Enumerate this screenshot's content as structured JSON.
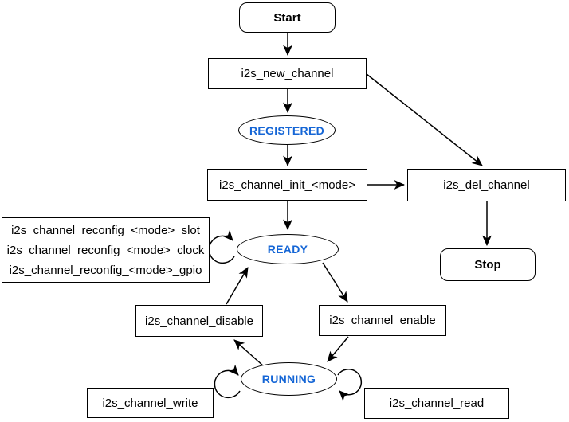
{
  "colors": {
    "state_text": "#1566D6",
    "line": "#000000",
    "node_fill": "#ffffff"
  },
  "nodes": {
    "start": "Start",
    "new_channel": "i2s_new_channel",
    "registered": "REGISTERED",
    "init": "i2s_channel_init_<mode>",
    "del_channel": "i2s_del_channel",
    "stop": "Stop",
    "ready": "READY",
    "reconfig_slot": "i2s_channel_reconfig_<mode>_slot",
    "reconfig_clock": "i2s_channel_reconfig_<mode>_clock",
    "reconfig_gpio": "i2s_channel_reconfig_<mode>_gpio",
    "disable": "i2s_channel_disable",
    "enable": "i2s_channel_enable",
    "running": "RUNNING",
    "write": "i2s_channel_write",
    "read": "i2s_channel_read"
  },
  "edges": [
    {
      "from": "start",
      "to": "new_channel"
    },
    {
      "from": "new_channel",
      "to": "registered"
    },
    {
      "from": "new_channel",
      "to": "del_channel"
    },
    {
      "from": "registered",
      "to": "init"
    },
    {
      "from": "init",
      "to": "del_channel"
    },
    {
      "from": "init",
      "to": "ready"
    },
    {
      "from": "del_channel",
      "to": "stop"
    },
    {
      "from": "ready",
      "to": "ready",
      "label_box": "reconfig"
    },
    {
      "from": "ready",
      "to": "enable"
    },
    {
      "from": "enable",
      "to": "running"
    },
    {
      "from": "running",
      "to": "disable"
    },
    {
      "from": "disable",
      "to": "ready"
    },
    {
      "from": "running",
      "to": "running",
      "label_box": "write"
    },
    {
      "from": "running",
      "to": "running",
      "label_box": "read"
    }
  ]
}
